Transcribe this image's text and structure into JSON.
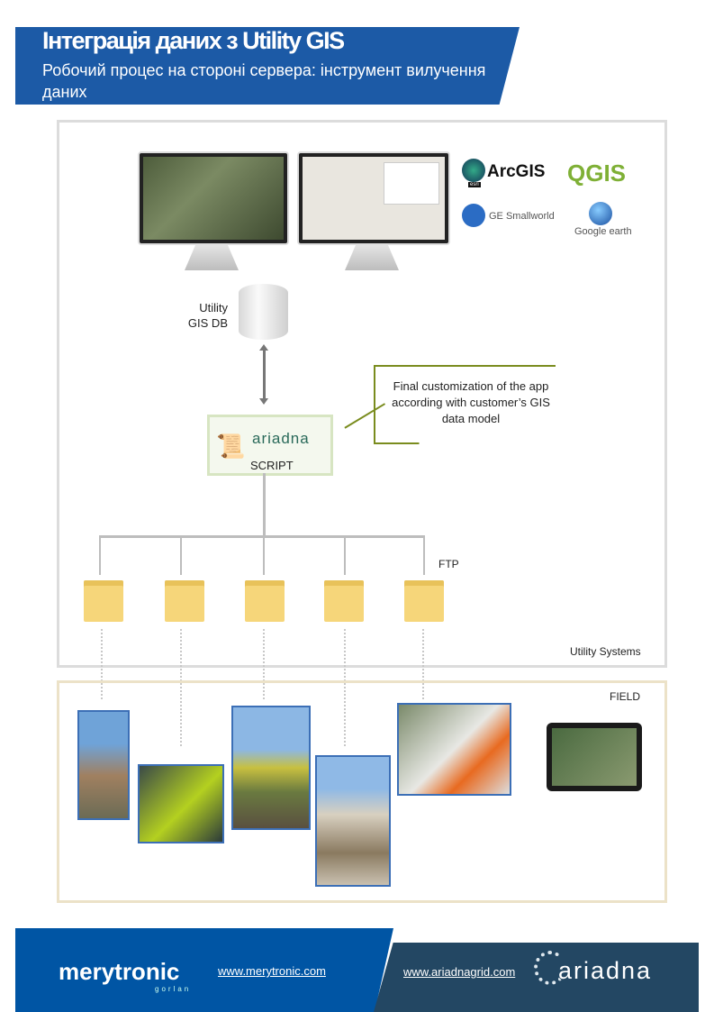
{
  "header": {
    "title": "Інтеграція даних з Utility GIS",
    "subtitle": "Робочий процес на стороні сервера: інструмент вилучення даних"
  },
  "logos": {
    "arcgis": "ArcGIS",
    "esri": "esri",
    "qgis": "QGIS",
    "smallworld": "GE Smallworld",
    "google_earth": "Google earth"
  },
  "db_label": "Utility GIS DB",
  "script": {
    "brand": "ariadna",
    "label": "SCRIPT"
  },
  "callout": "Final customization of the app according with customer’s GIS data model",
  "ftp": "FTP",
  "systems_label": "Utility Systems",
  "field_label": "FIELD",
  "footer": {
    "merytronic": "merytronic",
    "gorlan": "gorlan",
    "merytronic_url": "www.merytronic.com",
    "ariadna_url": "www.ariadnagrid.com",
    "ariadna": "ariadna"
  }
}
